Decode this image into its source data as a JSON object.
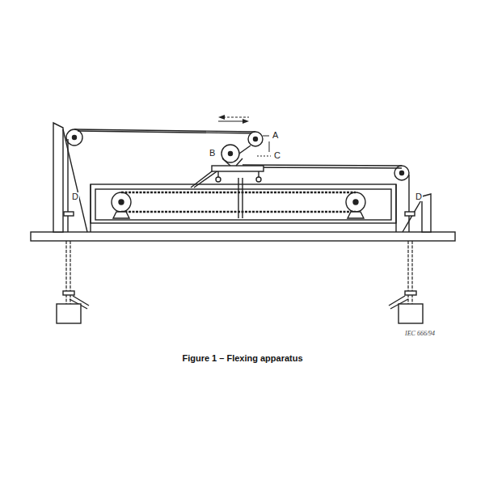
{
  "diagram": {
    "caption": "Figure 1 – Flexing apparatus",
    "labels": [
      "A",
      "B",
      "C",
      "D",
      "D",
      "IEC 666/94"
    ]
  }
}
